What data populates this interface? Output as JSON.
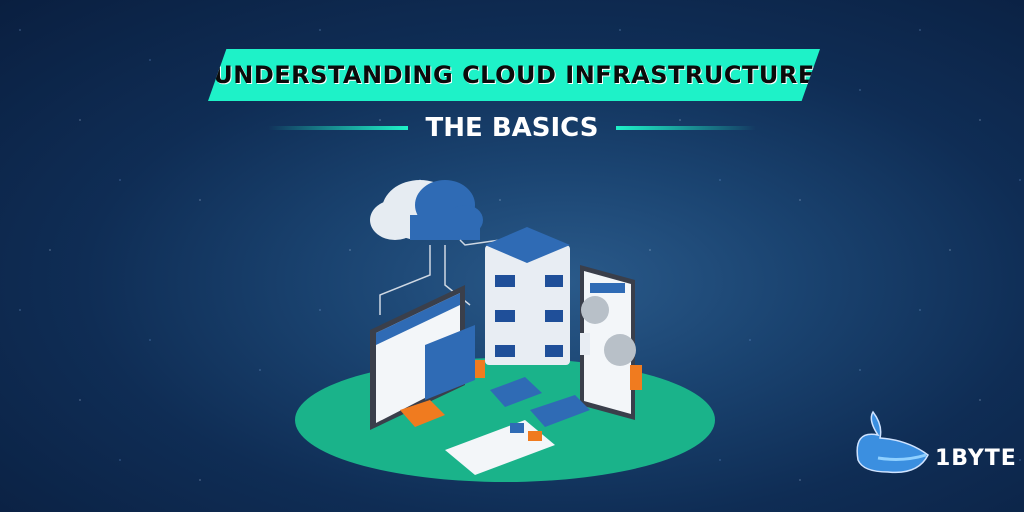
{
  "banner": {
    "title": "UNDERSTANDING CLOUD INFRASTRUCTURE",
    "subtitle": "THE BASICS",
    "accent_color": "#1ef2c8"
  },
  "background": {
    "primary_color": "#0f2d55",
    "style": "starfield"
  },
  "illustration": {
    "description": "isometric cloud infrastructure scene",
    "elements": [
      "cloud-icon",
      "server-stack-icon",
      "monitor-icon",
      "tablet-icon",
      "gear-icon",
      "people-figures",
      "image-card",
      "text-card",
      "layout-card"
    ],
    "platform_color": "#1ab38a"
  },
  "brand": {
    "name": "1BYTE",
    "logo": "whale-icon"
  }
}
